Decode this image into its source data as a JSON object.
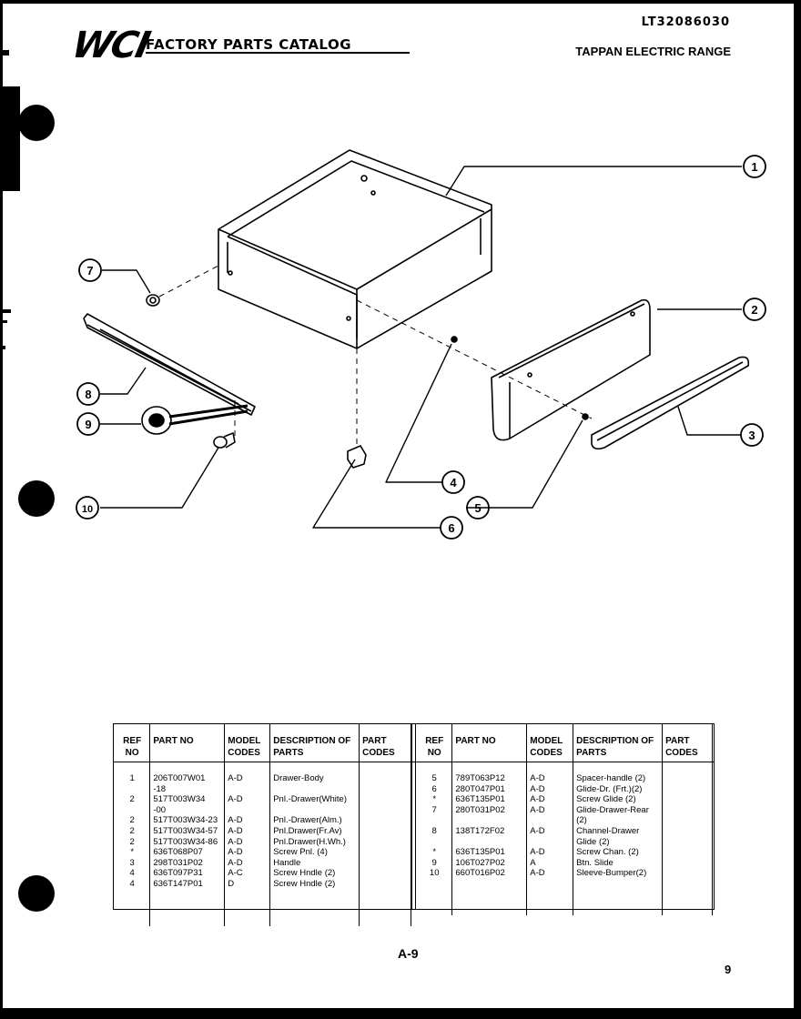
{
  "header": {
    "logo_text": "WCI",
    "catalog_title": "FACTORY PARTS CATALOG",
    "model_code": "LT32086030",
    "product": "TAPPAN ELECTRIC RANGE"
  },
  "diagram": {
    "callouts": [
      "1",
      "2",
      "3",
      "4",
      "5",
      "6",
      "7",
      "8",
      "9",
      "10"
    ]
  },
  "table": {
    "headers": {
      "ref_no": "REF NO",
      "part_no": "PART NO",
      "model_codes": "MODEL CODES",
      "description": "DESCRIPTION OF PARTS",
      "part_codes": "PART CODES"
    },
    "left_rows": [
      {
        "ref": "1",
        "part": "206T007W01",
        "model": "A-D",
        "desc": "Drawer-Body"
      },
      {
        "ref": "",
        "part": "-18",
        "model": "",
        "desc": ""
      },
      {
        "ref": "2",
        "part": "517T003W34",
        "model": "A-D",
        "desc": "Pnl.-Drawer(White)"
      },
      {
        "ref": "",
        "part": "-00",
        "model": "",
        "desc": ""
      },
      {
        "ref": "2",
        "part": "517T003W34-23",
        "model": "A-D",
        "desc": "Pnl.-Drawer(Alm.)"
      },
      {
        "ref": "2",
        "part": "517T003W34-57",
        "model": "A-D",
        "desc": "Pnl.Drawer(Fr.Av)"
      },
      {
        "ref": "2",
        "part": "517T003W34-86",
        "model": "A-D",
        "desc": "Pnl.Drawer(H.Wh.)"
      },
      {
        "ref": "*",
        "part": "636T068P07",
        "model": "A-D",
        "desc": "Screw Pnl. (4)"
      },
      {
        "ref": "3",
        "part": "298T031P02",
        "model": "A-D",
        "desc": "Handle"
      },
      {
        "ref": "4",
        "part": "636T097P31",
        "model": "A-C",
        "desc": "Screw Hndle (2)"
      },
      {
        "ref": "4",
        "part": "636T147P01",
        "model": "D",
        "desc": "Screw Hndle (2)"
      }
    ],
    "right_rows": [
      {
        "ref": "5",
        "part": "789T063P12",
        "model": "A-D",
        "desc": "Spacer-handle (2)"
      },
      {
        "ref": "6",
        "part": "280T047P01",
        "model": "A-D",
        "desc": "Glide-Dr. (Frt.)(2)"
      },
      {
        "ref": "*",
        "part": "636T135P01",
        "model": "A-D",
        "desc": "Screw Glide (2)"
      },
      {
        "ref": "7",
        "part": "280T031P02",
        "model": "A-D",
        "desc": "Glide-Drawer-Rear"
      },
      {
        "ref": "",
        "part": "",
        "model": "",
        "desc": "(2)"
      },
      {
        "ref": "8",
        "part": "138T172F02",
        "model": "A-D",
        "desc": "Channel-Drawer"
      },
      {
        "ref": "",
        "part": "",
        "model": "",
        "desc": "Glide (2)"
      },
      {
        "ref": "*",
        "part": "636T135P01",
        "model": "A-D",
        "desc": "Screw Chan. (2)"
      },
      {
        "ref": "9",
        "part": "106T027P02",
        "model": "A",
        "desc": "Btn. Slide"
      },
      {
        "ref": "10",
        "part": "660T016P02",
        "model": "A-D",
        "desc": "Sleeve-Bumper(2)"
      }
    ]
  },
  "footer": {
    "page_label": "A-9",
    "page_number": "9"
  }
}
